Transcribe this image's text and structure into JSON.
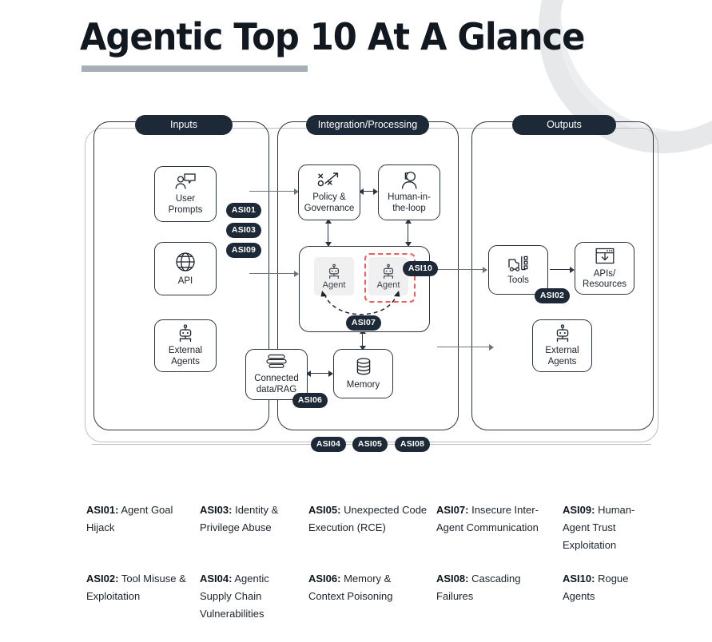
{
  "page": {
    "title": "Agentic Top 10 At A Glance",
    "accent_dark": "#1d2937",
    "accent_red": "#ef5c5c",
    "rule_color": "#a6afb6"
  },
  "diagram": {
    "panels": [
      {
        "id": "inputs",
        "label": "Inputs"
      },
      {
        "id": "integration",
        "label": "Integration/Processing"
      },
      {
        "id": "outputs",
        "label": "Outputs"
      }
    ],
    "nodes": {
      "user_prompts": "User\nPrompts",
      "user_prompts_l1": "User",
      "user_prompts_l2": "Prompts",
      "api": "API",
      "external_agents": "External\nAgents",
      "external_agents_l1": "External",
      "external_agents_l2": "Agents",
      "policy_l1": "Policy &",
      "policy_l2": "Governance",
      "hitl_l1": "Human-in-",
      "hitl_l2": "the-loop",
      "agent_1": "Agent",
      "agent_2": "Agent",
      "rag_l1": "Connected",
      "rag_l2": "data/RAG",
      "memory": "Memory",
      "tools": "Tools",
      "apis_l1": "APIs/",
      "apis_l2": "Resources",
      "external_agents2_l1": "External",
      "external_agents2_l2": "Agents"
    },
    "badges": {
      "asi01": "ASI01",
      "asi03": "ASI03",
      "asi09": "ASI09",
      "asi10": "ASI10",
      "asi07": "ASI07",
      "asi06": "ASI06",
      "asi02": "ASI02",
      "asi04": "ASI04",
      "asi05": "ASI05",
      "asi08": "ASI08"
    }
  },
  "legend": {
    "items": [
      {
        "code": "ASI01:",
        "text": " Agent Goal Hijack"
      },
      {
        "code": "ASI03:",
        "text": " Identity & Privilege Abuse"
      },
      {
        "code": "ASI05:",
        "text": " Unexpected Code Execution (RCE)"
      },
      {
        "code": "ASI07:",
        "text": " Insecure Inter-Agent Communication"
      },
      {
        "code": "ASI09:",
        "text": " Human-Agent Trust Exploitation"
      },
      {
        "code": "ASI02:",
        "text": " Tool Misuse & Exploitation"
      },
      {
        "code": "ASI04:",
        "text": " Agentic Supply Chain Vulnerabilities"
      },
      {
        "code": "ASI06:",
        "text": " Memory & Context Poisoning"
      },
      {
        "code": "ASI08:",
        "text": " Cascading Failures"
      },
      {
        "code": "ASI10:",
        "text": " Rogue Agents"
      }
    ]
  }
}
